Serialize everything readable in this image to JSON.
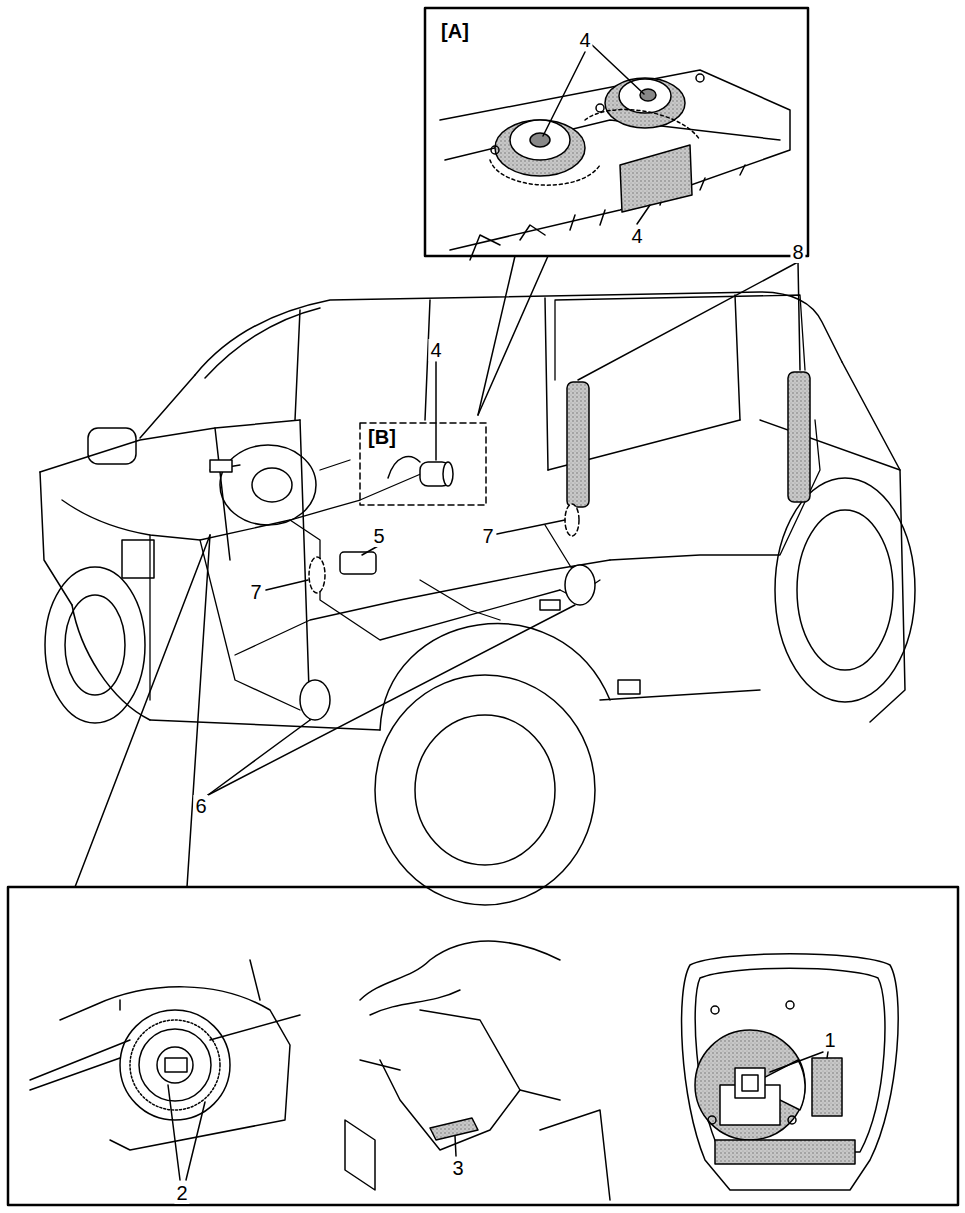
{
  "diagram": {
    "labels": [
      "[A]",
      "4",
      "4",
      "8",
      "4",
      "[B]",
      "7",
      "5",
      "7",
      "6",
      "2",
      "3",
      "1"
    ]
  }
}
